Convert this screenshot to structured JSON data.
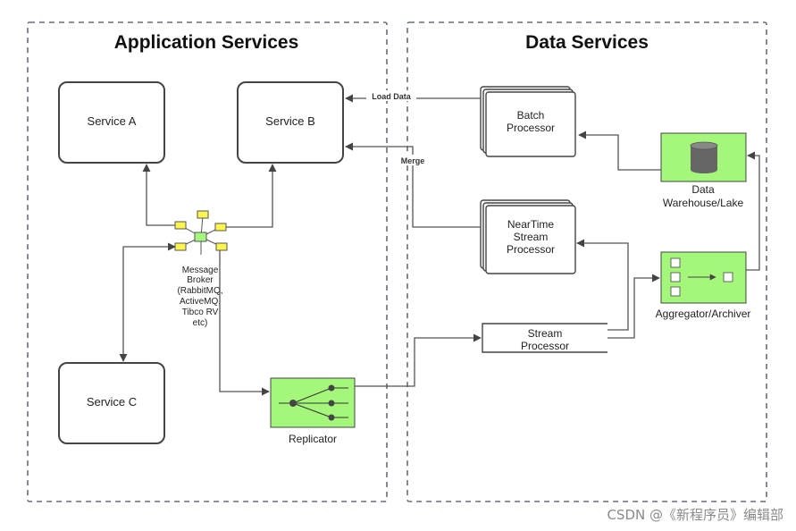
{
  "groups": {
    "app_title": "Application Services",
    "data_title": "Data Services"
  },
  "nodes": {
    "service_a": "Service A",
    "service_b": "Service B",
    "service_c": "Service C",
    "broker": [
      "Message",
      "Broker",
      "(RabbitMQ,",
      "ActiveMQ,",
      "Tibco RV",
      "etc)"
    ],
    "replicator": "Replicator",
    "batch": [
      "Batch",
      "Processor"
    ],
    "neartime": [
      "NearTime",
      "Stream",
      "Processor"
    ],
    "stream": [
      "Stream",
      "Processor"
    ],
    "warehouse": [
      "Data",
      "Warehouse/Lake"
    ],
    "aggregator": "Aggregator/Archiver"
  },
  "edges": {
    "load_data": "Load Data",
    "merge": "Merge"
  },
  "colors": {
    "green": "#a5f77c",
    "yellow": "#fff54d",
    "line": "#555555",
    "dash": "#666c78"
  },
  "watermark": "CSDN @《新程序员》编辑部"
}
